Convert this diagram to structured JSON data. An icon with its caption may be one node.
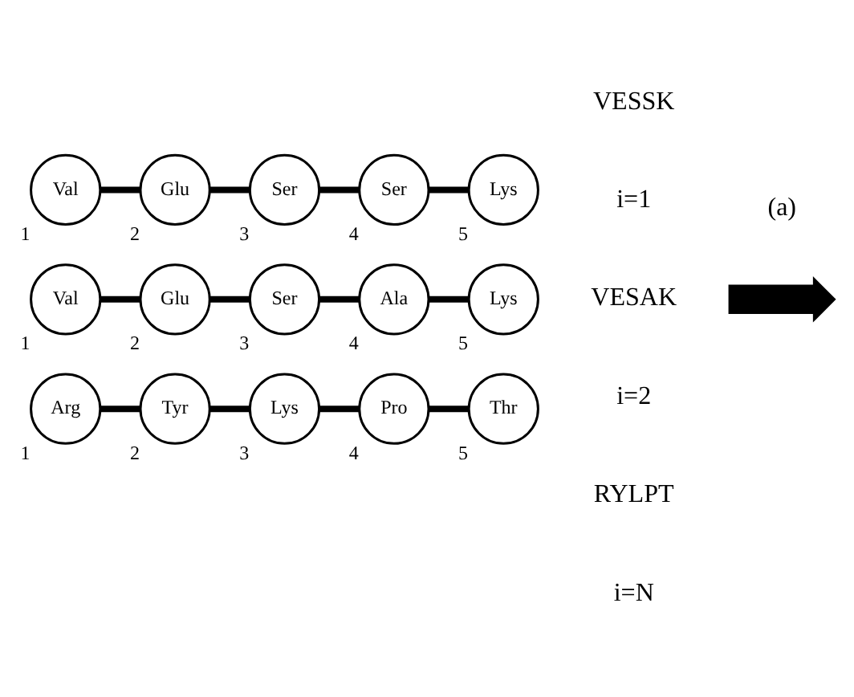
{
  "diagram": {
    "nodes": [
      {
        "text": [
          "Val"
        ],
        "beside": [
          "1"
        ]
      },
      {
        "text": [
          "Glu"
        ],
        "beside": [
          "2"
        ]
      },
      {
        "text": [
          "Ser"
        ],
        "beside": [
          "3"
        ]
      },
      {
        "text": [
          "Ser"
        ],
        "beside": [
          "4"
        ]
      },
      {
        "text": [
          "Lys"
        ],
        "beside": [
          "5"
        ]
      },
      {
        "text": [
          "Val"
        ],
        "beside": [
          "1"
        ]
      },
      {
        "text": [
          "Glu"
        ],
        "beside": [
          "2"
        ]
      },
      {
        "text": [
          "Ser"
        ],
        "beside": [
          "3"
        ]
      },
      {
        "text": [
          "Ala"
        ],
        "beside": [
          "4"
        ]
      },
      {
        "text": [
          "Lys"
        ],
        "beside": [
          "5"
        ]
      },
      {
        "text": [
          "Arg"
        ],
        "beside": [
          "1"
        ]
      },
      {
        "text": [
          "Tyr"
        ],
        "beside": [
          "2"
        ]
      },
      {
        "text": [
          "Lys"
        ],
        "beside": [
          "3"
        ]
      },
      {
        "text": [
          "Pro"
        ],
        "beside": [
          "4"
        ]
      },
      {
        "text": [
          "Thr"
        ],
        "beside": [
          "5"
        ]
      },
      {
        "text": [],
        "shape": "arrow"
      }
    ],
    "edges": [
      {
        "from": 0,
        "to": 1,
        "arrow": "none"
      },
      {
        "from": 1,
        "to": 2,
        "arrow": "none"
      },
      {
        "from": 2,
        "to": 3,
        "arrow": "none"
      },
      {
        "from": 3,
        "to": 4,
        "arrow": "none"
      },
      {
        "from": 5,
        "to": 6,
        "arrow": "none"
      },
      {
        "from": 6,
        "to": 7,
        "arrow": "none"
      },
      {
        "from": 7,
        "to": 8,
        "arrow": "none"
      },
      {
        "from": 8,
        "to": 9,
        "arrow": "none"
      },
      {
        "from": 10,
        "to": 11,
        "arrow": "none"
      },
      {
        "from": 11,
        "to": 12,
        "arrow": "none"
      },
      {
        "from": 12,
        "to": 13,
        "arrow": "none"
      },
      {
        "from": 13,
        "to": 14,
        "arrow": "none"
      }
    ],
    "labels": [
      "(a)",
      "VESSK",
      "i=1",
      "VESAK",
      "i=2",
      "RYLPT",
      "i=N"
    ]
  }
}
